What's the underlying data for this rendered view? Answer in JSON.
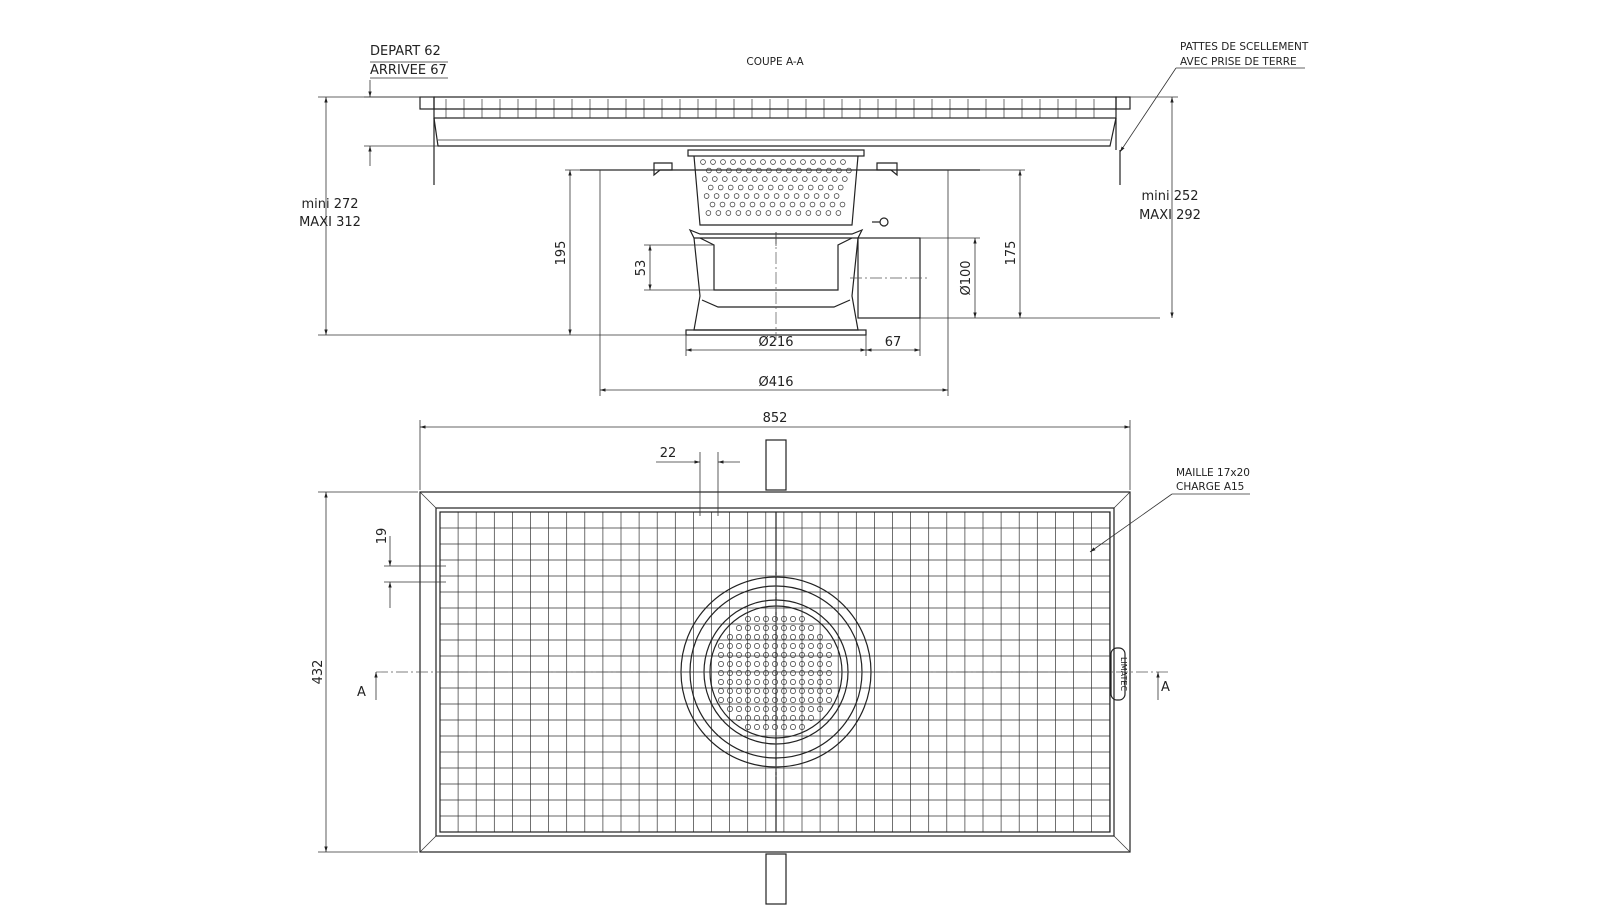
{
  "section": {
    "title": "COUPE A-A",
    "depart": "DEPART 62",
    "arrivee": "ARRIVEE 67",
    "pattes_line1": "PATTES DE SCELLEMENT",
    "pattes_line2": "AVEC PRISE DE TERRE",
    "left_height_min": "mini 272",
    "left_height_max": "MAXI 312",
    "right_height_min": "mini 252",
    "right_height_max": "MAXI 292",
    "dim_195": "195",
    "dim_53": "53",
    "dim_100": "Ø100",
    "dim_175": "175",
    "dim_216": "Ø216",
    "dim_67": "67",
    "dim_416": "Ø416"
  },
  "plan": {
    "width_label": "852",
    "height_label": "432",
    "pitch_22": "22",
    "pitch_19": "19",
    "maille_line1": "MAILLE 17x20",
    "maille_line2": "CHARGE A15",
    "section_mark_left": "A",
    "section_mark_right": "A",
    "brand": "LIMATEC"
  }
}
